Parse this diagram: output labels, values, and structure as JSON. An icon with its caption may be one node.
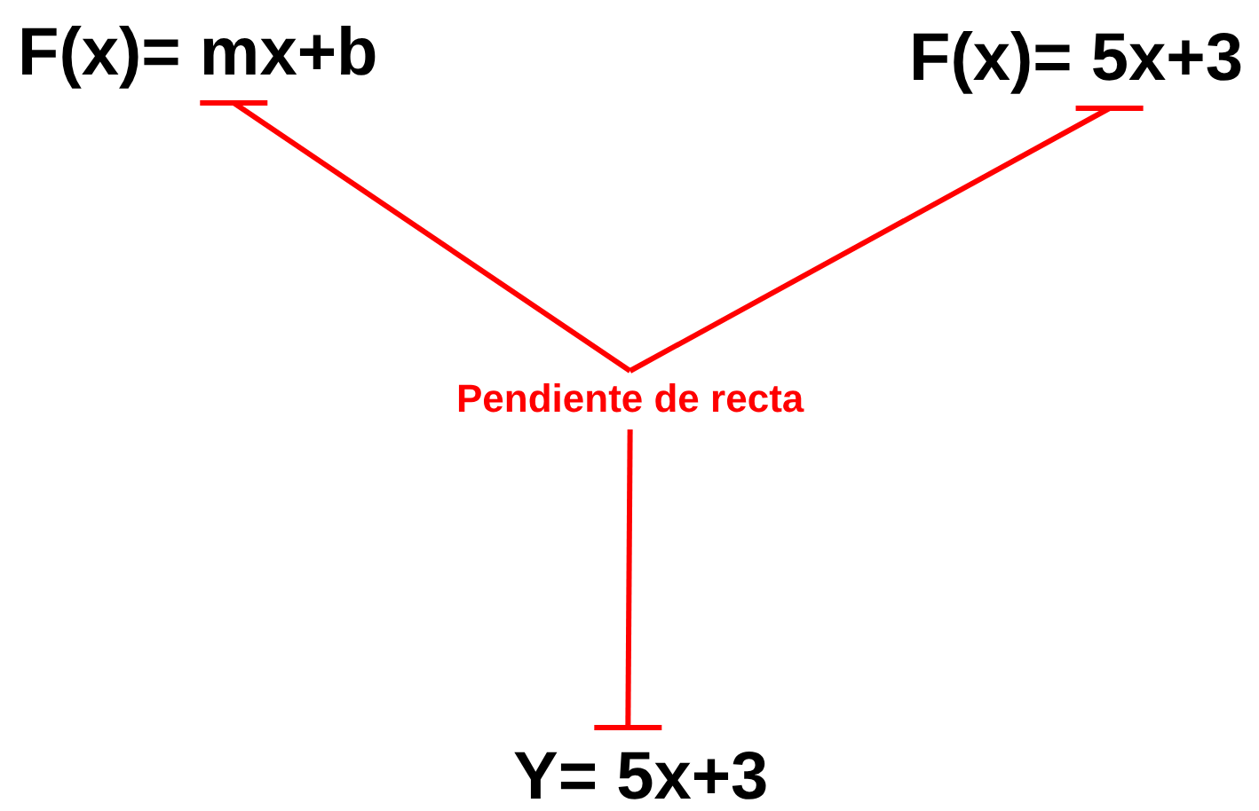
{
  "diagram": {
    "nodes": [
      {
        "text": [
          "F(x)= mx+b"
        ]
      },
      {
        "text": [
          "F(x)= 5x+3"
        ]
      },
      {
        "text": [
          "Pendiente de recta"
        ]
      },
      {
        "text": [
          "Y= 5x+3"
        ]
      }
    ],
    "edges": [
      {
        "from": 2,
        "to": 0,
        "arrow": "other"
      },
      {
        "from": 2,
        "to": 1,
        "arrow": "other"
      },
      {
        "from": 2,
        "to": 3,
        "arrow": "other"
      }
    ]
  }
}
